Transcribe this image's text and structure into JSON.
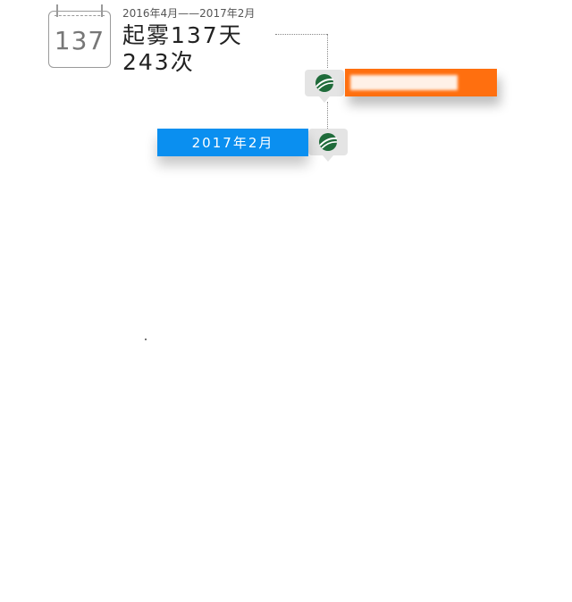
{
  "summary": {
    "calendar_number": "137",
    "date_range": "2016年4月——2017年2月",
    "fog_days": "起雾137天",
    "fog_times": "243次"
  },
  "timeline": {
    "entries": [
      {
        "label": "",
        "color": "#ff6f0f",
        "icon": "leaf-logo-icon"
      },
      {
        "label": "2017年2月",
        "color": "#0a8ff0",
        "icon": "leaf-logo-icon"
      }
    ]
  }
}
